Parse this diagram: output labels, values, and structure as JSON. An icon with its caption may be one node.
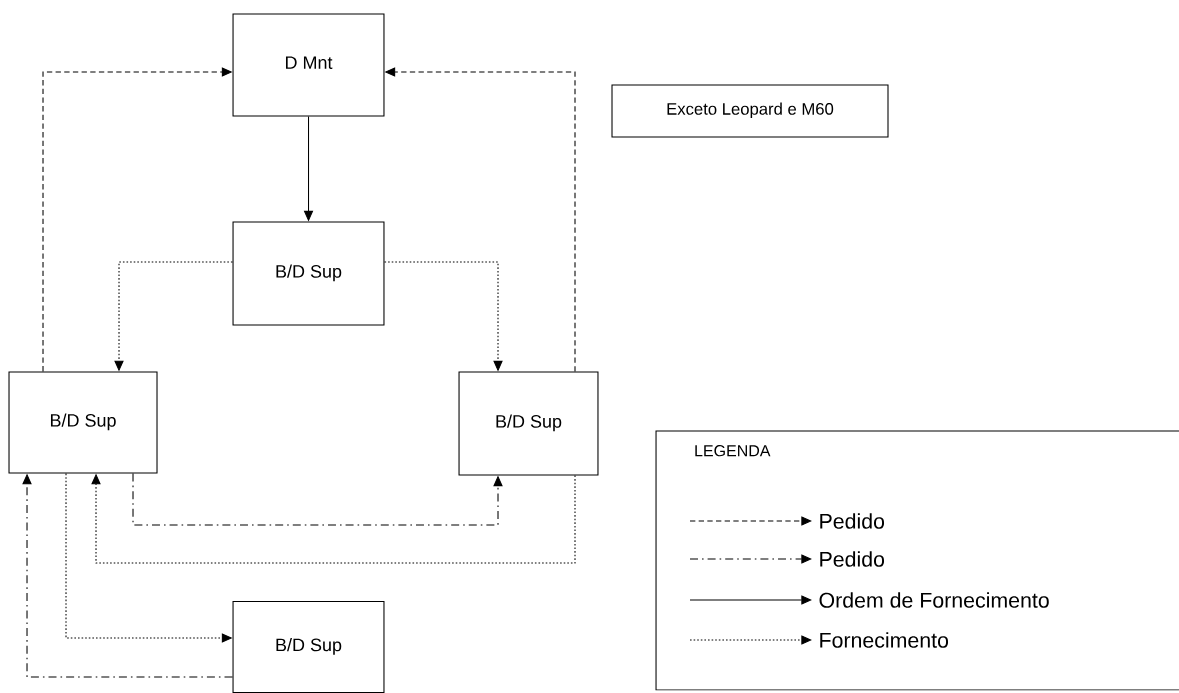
{
  "diagram": {
    "nodes": [
      {
        "text": [
          "D Mnt"
        ]
      },
      {
        "text": [
          "B/D Sup"
        ]
      },
      {
        "text": [
          "B/D Sup"
        ]
      },
      {
        "text": [
          "B/D Sup"
        ]
      },
      {
        "text": [
          "B/D Sup"
        ]
      },
      {
        "text": [
          "Exceto Leopard e M60"
        ]
      },
      {
        "text": [
          "LEGENDA"
        ]
      }
    ],
    "edges": [
      {
        "from": 2,
        "to": 0,
        "arrow": "to",
        "style": "dashed"
      },
      {
        "from": 3,
        "to": 0,
        "arrow": "to",
        "style": "dashed"
      },
      {
        "from": 0,
        "to": 1,
        "arrow": "to"
      },
      {
        "from": 1,
        "to": 2,
        "arrow": "to",
        "style": "dashed"
      },
      {
        "from": 1,
        "to": 3,
        "arrow": "to",
        "style": "dashed"
      },
      {
        "from": 2,
        "to": 3,
        "arrow": "to",
        "style": "dashed"
      },
      {
        "from": 3,
        "to": 2,
        "arrow": "to",
        "style": "dashed"
      },
      {
        "from": 2,
        "to": 4,
        "arrow": "to",
        "style": "dashed"
      },
      {
        "from": 4,
        "to": 2,
        "arrow": "to",
        "style": "dashed"
      }
    ],
    "legend": [
      {
        "text": "Pedido"
      },
      {
        "text": "Pedido"
      },
      {
        "text": "Ordem de Fornecimento"
      },
      {
        "text": "Fornecimento"
      }
    ]
  }
}
